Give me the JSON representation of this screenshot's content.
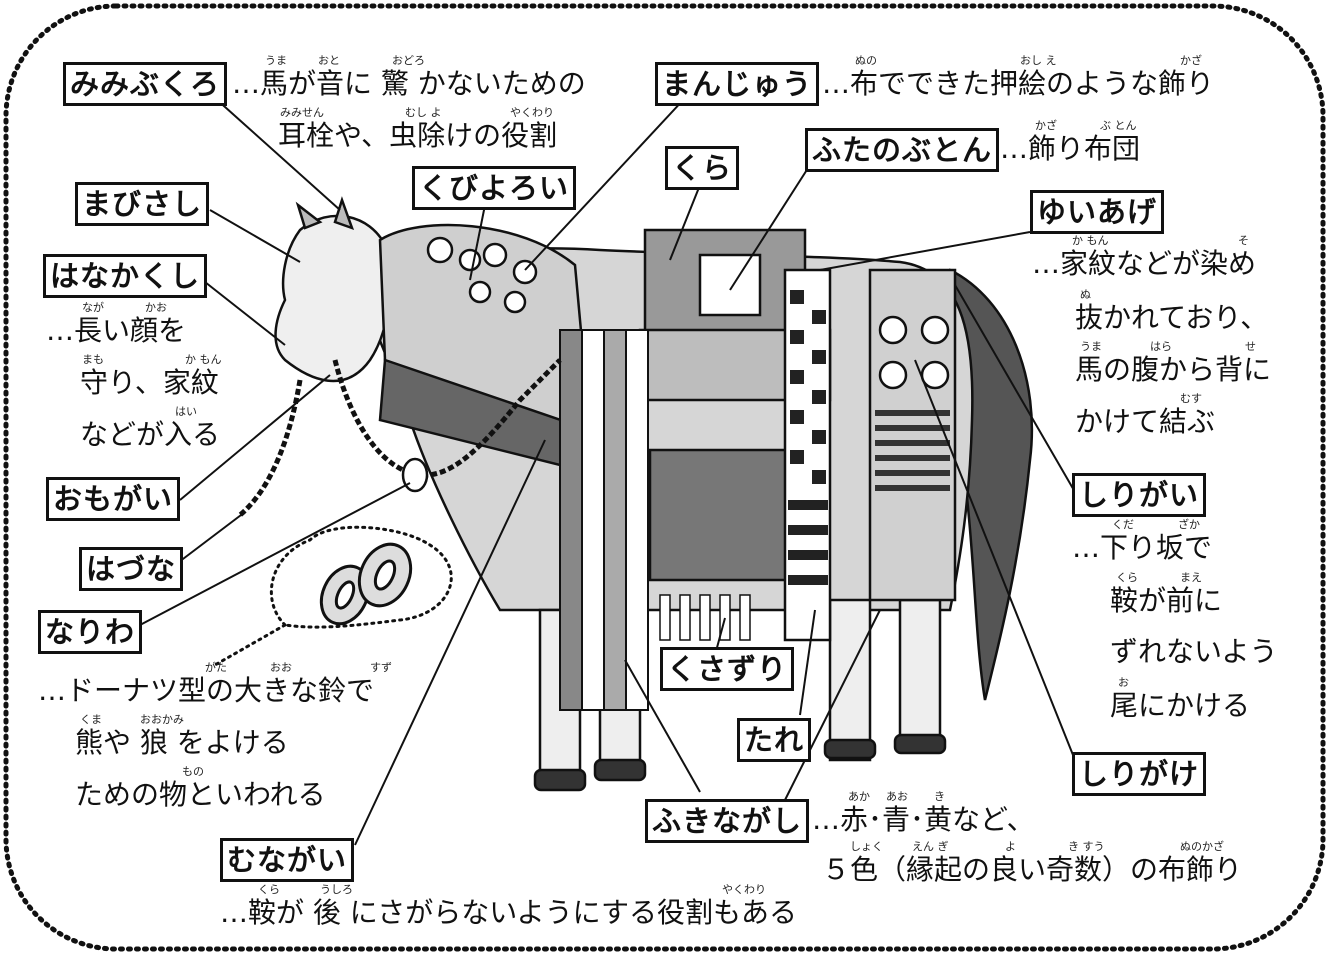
{
  "labels": {
    "mimibukuro": "みみぶくろ",
    "manju": "まんじゅう",
    "futanobuton": "ふたのぶとん",
    "kura": "くら",
    "kubiyoroi": "くびよろい",
    "mabisashi": "まびさし",
    "yuiage": "ゆいあげ",
    "hanakakushi": "はなかくし",
    "omogai": "おもがい",
    "hazuna": "はづな",
    "nariwa": "なりわ",
    "shirigai": "しりがい",
    "kusazuri": "くさずり",
    "tare": "たれ",
    "shirigake": "しりがけ",
    "fukinagashi": "ふきながし",
    "munagai": "むながい"
  },
  "desc": {
    "mimibukuro_1": "…馬が音に 驚 かないための",
    "mimibukuro_2": "耳栓や、虫除けの役割",
    "manju": "…布でできた押絵のような飾り",
    "futanobuton": "…飾り布団",
    "yuiage_1": "…家紋などが染め",
    "yuiage_2": "抜かれており、",
    "yuiage_3": "馬の腹から背に",
    "yuiage_4": "かけて結ぶ",
    "hanakakushi_1": "…長い顔を",
    "hanakakushi_2": "守り、家紋",
    "hanakakushi_3": "などが入る",
    "shirigai_1": "…下り坂で",
    "shirigai_2": "鞍が前に",
    "shirigai_3": "ずれないよう",
    "shirigai_4": "尾にかける",
    "nariwa_1": "…ドーナツ型の大きな鈴で",
    "nariwa_2": "熊や 狼 をよける",
    "nariwa_3": "ための物といわれる",
    "fukinagashi_1": "…赤･青･黄など、",
    "fukinagashi_2": "５色（縁起の良い奇数）の布飾り",
    "munagai": "…鞍が 後 にさがらないようにする役割もある"
  },
  "ruby": {
    "r1": "うま",
    "r2": "おと",
    "r3": "おどろ",
    "r4": "みみせん",
    "r5": "むし よ",
    "r6": "やくわり",
    "r7": "ぬの",
    "r8": "おし え",
    "r9": "かざ",
    "r10": "かざ",
    "r11": "ぶ とん",
    "r12": "か もん",
    "r13": "そ",
    "r14": "ぬ",
    "r15": "うま",
    "r16": "はら",
    "r17": "せ",
    "r18": "むす",
    "r19": "なが",
    "r20": "かお",
    "r21": "まも",
    "r22": "か もん",
    "r23": "はい",
    "r24": "くだ",
    "r25": "ざか",
    "r26": "くら",
    "r27": "まえ",
    "r28": "お",
    "r29": "がた",
    "r30": "おお",
    "r31": "すず",
    "r32": "くま",
    "r33": "おおかみ",
    "r34": "もの",
    "r35": "あか",
    "r36": "あお",
    "r37": "き",
    "r38": "しょく",
    "r39": "えん ぎ",
    "r40": "よ",
    "r41": "き すう",
    "r42": "ぬのかざ",
    "r43": "くら",
    "r44": "うしろ",
    "r45": "やくわり"
  }
}
